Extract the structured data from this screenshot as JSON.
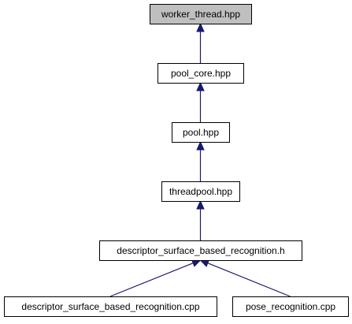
{
  "graph": {
    "nodes": [
      {
        "id": "worker_thread",
        "label": "worker_thread.hpp",
        "highlighted": true
      },
      {
        "id": "pool_core",
        "label": "pool_core.hpp",
        "highlighted": false
      },
      {
        "id": "pool",
        "label": "pool.hpp",
        "highlighted": false
      },
      {
        "id": "threadpool",
        "label": "threadpool.hpp",
        "highlighted": false
      },
      {
        "id": "descriptor_h",
        "label": "descriptor_surface_based_recognition.h",
        "highlighted": false
      },
      {
        "id": "descriptor_cpp",
        "label": "descriptor_surface_based_recognition.cpp",
        "highlighted": false
      },
      {
        "id": "pose_cpp",
        "label": "pose_recognition.cpp",
        "highlighted": false
      }
    ],
    "edges": [
      {
        "from": "pool_core",
        "to": "worker_thread"
      },
      {
        "from": "pool",
        "to": "pool_core"
      },
      {
        "from": "threadpool",
        "to": "pool"
      },
      {
        "from": "descriptor_h",
        "to": "threadpool"
      },
      {
        "from": "descriptor_cpp",
        "to": "descriptor_h"
      },
      {
        "from": "pose_cpp",
        "to": "descriptor_h"
      }
    ],
    "colors": {
      "highlighted_fill": "#bfbfbf",
      "node_fill": "#ffffff",
      "node_border": "#000000",
      "edge": "#191970"
    }
  }
}
